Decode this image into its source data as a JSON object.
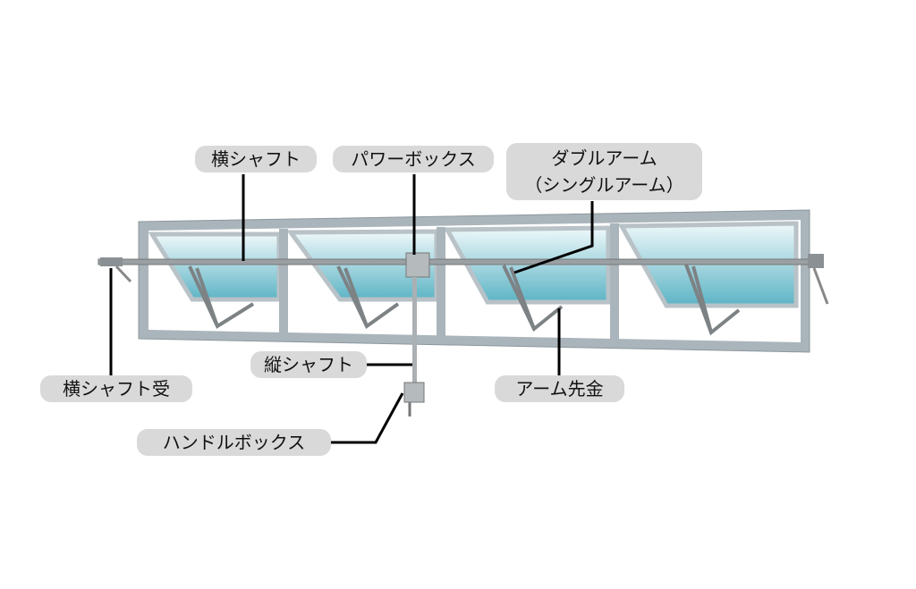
{
  "labels": {
    "horizontal_shaft": "横シャフト",
    "power_box": "パワーボックス",
    "double_arm_line1": "ダブルアーム",
    "double_arm_line2": "（シングルアーム）",
    "shaft_bearing": "横シャフト受",
    "vertical_shaft": "縦シャフト",
    "arm_tip": "アーム先金",
    "handle_box": "ハンドルボックス"
  },
  "colors": {
    "frame": "#a9b4ba",
    "glass_top": "#e8f6f8",
    "glass_bottom": "#5fb6c7",
    "label_bg": "#d9d9d9",
    "leader": "#000000"
  }
}
